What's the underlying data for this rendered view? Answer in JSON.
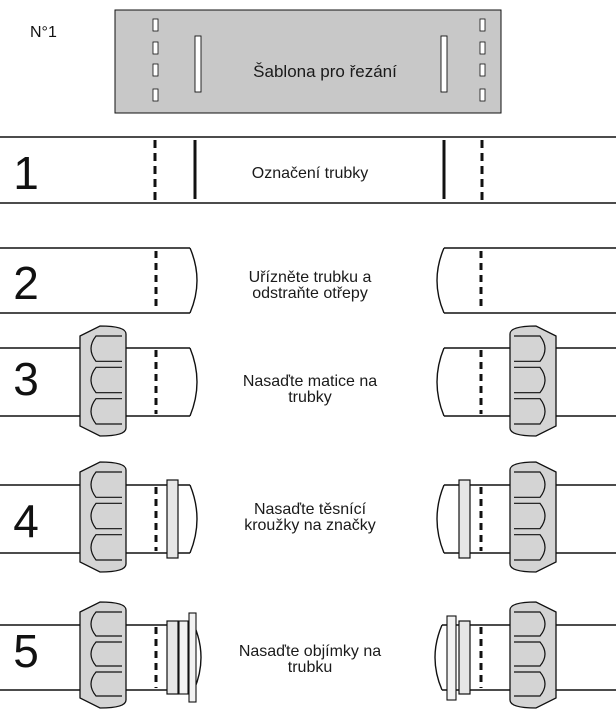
{
  "figure_label": "N°1",
  "template": {
    "label": "Šablona pro řezání",
    "fill": "#c8c8c8"
  },
  "steps": [
    {
      "number": "1",
      "caption": [
        "Označení trubky"
      ]
    },
    {
      "number": "2",
      "caption": [
        "Uřízněte trubku a",
        "odstraňte otřepy"
      ]
    },
    {
      "number": "3",
      "caption": [
        "Nasaďte matice na",
        "trubky"
      ]
    },
    {
      "number": "4",
      "caption": [
        "Nasaďte těsnící",
        "kroužky na značky"
      ]
    },
    {
      "number": "5",
      "caption": [
        "Nasaďte objímky na",
        "trubku"
      ]
    }
  ],
  "colors": {
    "line": "#111111",
    "nut_fill": "#d4d4d4",
    "ring_fill": "#e6e6e6"
  }
}
